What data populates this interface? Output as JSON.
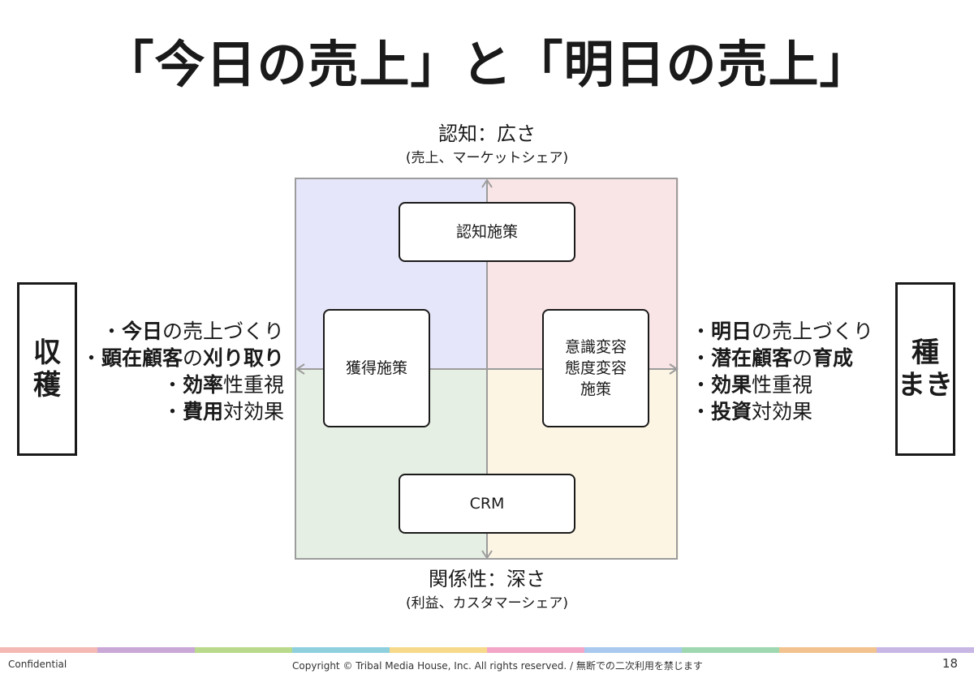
{
  "title": "「今日の売上」と「明日の売上」",
  "axis": {
    "top_main": "認知：広さ",
    "top_sub": "(売上、マーケットシェア)",
    "bottom_main": "関係性：深さ",
    "bottom_sub": "(利益、カスタマーシェア)"
  },
  "boxes": {
    "top": "認知施策",
    "bottom": "CRM",
    "left": "獲得施策",
    "right": "意識変容\n態度変容\n施策"
  },
  "side": {
    "left": "収\n穫",
    "right": "種\nまき"
  },
  "bullets_left": [
    [
      {
        "t": "・"
      },
      {
        "t": "今日",
        "b": true
      },
      {
        "t": "の売上づくり"
      }
    ],
    [
      {
        "t": "・"
      },
      {
        "t": "顕在顧客",
        "b": true
      },
      {
        "t": "の"
      },
      {
        "t": "刈り取り",
        "b": true
      }
    ],
    [
      {
        "t": "・"
      },
      {
        "t": "効率",
        "b": true
      },
      {
        "t": "性重視"
      }
    ],
    [
      {
        "t": "・"
      },
      {
        "t": "費用",
        "b": true
      },
      {
        "t": "対効果"
      }
    ]
  ],
  "bullets_right": [
    [
      {
        "t": "・"
      },
      {
        "t": "明日",
        "b": true
      },
      {
        "t": "の売上づくり"
      }
    ],
    [
      {
        "t": "・"
      },
      {
        "t": "潜在顧客",
        "b": true
      },
      {
        "t": "の"
      },
      {
        "t": "育成",
        "b": true
      }
    ],
    [
      {
        "t": "・"
      },
      {
        "t": "効果",
        "b": true
      },
      {
        "t": "性重視"
      }
    ],
    [
      {
        "t": "・"
      },
      {
        "t": "投資",
        "b": true
      },
      {
        "t": "対効果"
      }
    ]
  ],
  "colors": {
    "quadrant_top_left": "#e6e6fa",
    "quadrant_top_right": "#f9e4e6",
    "quadrant_bottom_left": "#e6efe3",
    "quadrant_bottom_right": "#fcf5e4",
    "axis_arrow": "#9c9c9c",
    "stripe": [
      "#f4b9b4",
      "#c9a7d6",
      "#b9d98c",
      "#8fd0df",
      "#f6d98a",
      "#f3a6c7",
      "#a9c9ee",
      "#9fd7b0",
      "#f2c38f",
      "#c8b7e5"
    ]
  },
  "footer": {
    "left": "Confidential",
    "center": "Copyright © Tribal Media House, Inc. All rights reserved. / 無断での二次利用を禁じます",
    "page": "18"
  }
}
